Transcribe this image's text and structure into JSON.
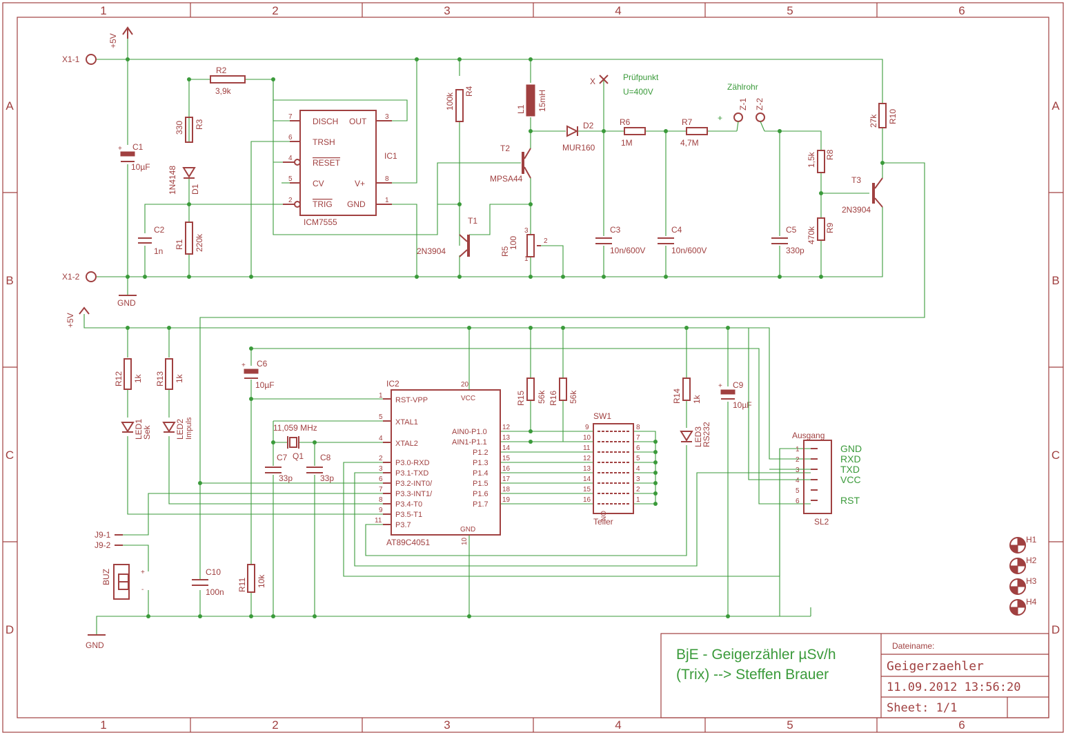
{
  "frame": {
    "columns": [
      "1",
      "2",
      "3",
      "4",
      "5",
      "6"
    ],
    "rows": [
      "A",
      "B",
      "C",
      "D"
    ]
  },
  "title_block": {
    "title_line1": "BjE - Geigerzähler µSv/h",
    "title_line2": "(Trix) --> Steffen Brauer",
    "filename_label": "Dateiname:",
    "filename": "Geigerzaehler",
    "datetime": "11.09.2012 13:56:20",
    "sheet": "Sheet: 1/1"
  },
  "labels": {
    "x1_1": "X1-1",
    "x1_2": "X1-2",
    "p5v_a": "+5V",
    "p5v_b": "+5V",
    "gnd_a": "GND",
    "gnd_b": "GND",
    "c1": "C1",
    "c1v": "10µF",
    "r2": "R2",
    "r2v": "3,9k",
    "r3": "R3",
    "r3v": "330",
    "d1": "D1",
    "d1v": "1N4148",
    "c2": "C2",
    "c2v": "1n",
    "r1": "R1",
    "r1v": "220k",
    "ic1": "IC1",
    "ic1v": "ICM7555",
    "disch": "DISCH",
    "out": "OUT",
    "trsh": "TRSH",
    "reset": "RESET",
    "cv": "CV",
    "vplus": "V+",
    "trig": "TRIG",
    "gnd": "GND",
    "r4": "R4",
    "r4v": "100k",
    "l1": "L1",
    "l1v": "15mH",
    "t2": "T2",
    "t2v": "MPSA44",
    "t1": "T1",
    "t1v": "2N3904",
    "r5": "R5",
    "r5v": "100",
    "d2": "D2",
    "d2v": "MUR160",
    "x": "X",
    "pruef": "Prüfpunkt",
    "u400": "U=400V",
    "r6": "R6",
    "r6v": "1M",
    "r7": "R7",
    "r7v": "4,7M",
    "z1": "Z-1",
    "z2": "Z-2",
    "zr": "Zählrohr",
    "plus": "+",
    "c3": "C3",
    "c3v": "10n/600V",
    "c4": "C4",
    "c4v": "10n/600V",
    "c5": "C5",
    "c5v": "330p",
    "r8": "R8",
    "r8v": "1,5k",
    "r9": "R9",
    "r9v": "470k",
    "t3": "T3",
    "t3v": "2N3904",
    "r10": "R10",
    "r10v": "27k",
    "r12": "R12",
    "r12v": "1k",
    "r13": "R13",
    "r13v": "1k",
    "led1": "LED1",
    "sek": "Sek",
    "led2": "LED2",
    "impuls": "Impuls",
    "c6": "C6",
    "c6v": "10µF",
    "q1": "Q1",
    "q1v": "11,059 MHz",
    "c7": "C7",
    "c7v": "33p",
    "c8": "C8",
    "c8v": "33p",
    "ic2": "IC2",
    "ic2v": "AT89C4051",
    "rstvpp": "RST-VPP",
    "vcc": "VCC",
    "xtal1": "XTAL1",
    "xtal2": "XTAL2",
    "p30": "P3.0-RXD",
    "p31": "P3.1-TXD",
    "p32": "P3.2-INT0/",
    "p33": "P3.3-INT1/",
    "p34": "P3.4-T0",
    "p35": "P3.5-T1",
    "p37": "P3.7",
    "p10": "AIN0-P1.0",
    "p11": "AIN1-P1.1",
    "p12": "P1.2",
    "p13": "P1.3",
    "p14": "P1.4",
    "p15": "P1.5",
    "p16": "P1.6",
    "p17": "P1.7",
    "ic2gnd": "GND",
    "r15": "R15",
    "r15v": "56k",
    "r16": "R16",
    "r16v": "56k",
    "sw1": "SW1",
    "teiler": "Teiler",
    "on": "ON",
    "r14": "R14",
    "r14v": "1k",
    "led3": "LED3",
    "rs232": "RS232",
    "c9": "C9",
    "c9v": "10µF",
    "ausgang": "Ausgang",
    "sl2": "SL2",
    "s_gnd": "GND",
    "s_rxd": "RXD",
    "s_txd": "TXD",
    "s_vcc": "VCC",
    "s_rst": "RST",
    "j91": "J9-1",
    "j92": "J9-2",
    "buz": "BUZ",
    "c10": "C10",
    "c10v": "100n",
    "r11": "R11",
    "r11v": "10k",
    "h1": "H1",
    "h2": "H2",
    "h3": "H3",
    "h4": "H4",
    "bplus": "+",
    "bminus": "-"
  },
  "pins": {
    "ic1": [
      "7",
      "3",
      "6",
      "4",
      "5",
      "8",
      "2",
      "1"
    ],
    "ic2_left": [
      "1",
      "5",
      "4",
      "2",
      "3",
      "6",
      "7",
      "8",
      "9",
      "11"
    ],
    "ic2_right": [
      "12",
      "13",
      "14",
      "15",
      "16",
      "17",
      "18",
      "19"
    ],
    "ic2_top": "20",
    "ic2_bot": "10",
    "sw_left": [
      "9",
      "10",
      "11",
      "12",
      "13",
      "14",
      "15",
      "16"
    ],
    "sw_right": [
      "8",
      "7",
      "6",
      "5",
      "4",
      "3",
      "2",
      "1"
    ],
    "sl2": [
      "1",
      "2",
      "3",
      "4",
      "5",
      "6"
    ],
    "r5": [
      "3",
      "1",
      "2"
    ]
  },
  "colors": {
    "part": "#a04040",
    "wire": "#3a9a3a"
  }
}
